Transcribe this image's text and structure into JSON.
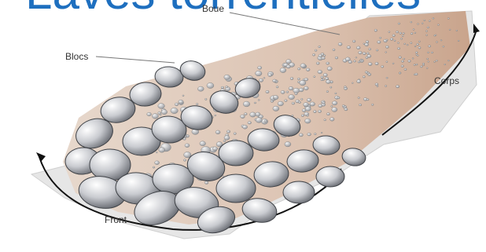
{
  "title": "Laves torrentielles",
  "labels": {
    "boue": "Boue",
    "blocs": "Blocs",
    "corps": "Corps",
    "front": "Front"
  }
}
